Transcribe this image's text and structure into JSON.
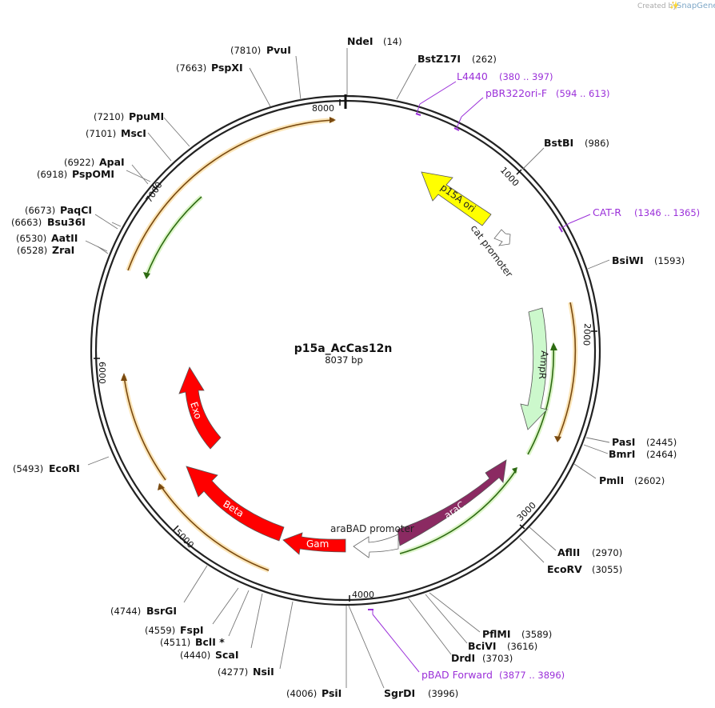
{
  "credit": {
    "prefix": "Created by",
    "brand": "SnapGene"
  },
  "plasmid": {
    "name": "p15a_AcCas12n",
    "size_label": "8037 bp",
    "length": 8037
  },
  "ticks": [
    "1000",
    "2000",
    "3000",
    "4000",
    "5000",
    "6000",
    "7000",
    "8000"
  ],
  "sites": [
    {
      "name": "NdeI",
      "pos": "(14)"
    },
    {
      "name": "BstZ17I",
      "pos": "(262)"
    },
    {
      "name": "BstBI",
      "pos": "(986)"
    },
    {
      "name": "BsiWI",
      "pos": "(1593)"
    },
    {
      "name": "PasI",
      "pos": "(2445)"
    },
    {
      "name": "BmrI",
      "pos": "(2464)"
    },
    {
      "name": "PmlI",
      "pos": "(2602)"
    },
    {
      "name": "AflII",
      "pos": "(2970)"
    },
    {
      "name": "EcoRV",
      "pos": "(3055)"
    },
    {
      "name": "PflMI",
      "pos": "(3589)"
    },
    {
      "name": "BciVI",
      "pos": "(3616)"
    },
    {
      "name": "DrdI",
      "pos": "(3703)"
    },
    {
      "name": "SgrDI",
      "pos": "(3996)"
    },
    {
      "name": "PsiI",
      "pos": "(4006)"
    },
    {
      "name": "NsiI",
      "pos": "(4277)"
    },
    {
      "name": "ScaI",
      "pos": "(4440)"
    },
    {
      "name": "BclI *",
      "pos": "(4511)"
    },
    {
      "name": "FspI",
      "pos": "(4559)"
    },
    {
      "name": "BsrGI",
      "pos": "(4744)"
    },
    {
      "name": "EcoRI",
      "pos": "(5493)"
    },
    {
      "name": "ZraI",
      "pos": "(6528)"
    },
    {
      "name": "AatII",
      "pos": "(6530)"
    },
    {
      "name": "Bsu36I",
      "pos": "(6663)"
    },
    {
      "name": "PaqCI",
      "pos": "(6673)"
    },
    {
      "name": "PspOMI",
      "pos": "(6918)"
    },
    {
      "name": "ApaI",
      "pos": "(6922)"
    },
    {
      "name": "MscI",
      "pos": "(7101)"
    },
    {
      "name": "PpuMI",
      "pos": "(7210)"
    },
    {
      "name": "PspXI",
      "pos": "(7663)"
    },
    {
      "name": "PvuI",
      "pos": "(7810)"
    }
  ],
  "primers": [
    {
      "name": "L4440",
      "range": "(380 .. 397)"
    },
    {
      "name": "pBR322ori-F",
      "range": "(594 .. 613)"
    },
    {
      "name": "CAT-R",
      "range": "(1346 .. 1365)"
    },
    {
      "name": "pBAD Forward",
      "range": "(3877 .. 3896)"
    }
  ],
  "features": [
    {
      "name": "p15A ori",
      "color": "#ffff00"
    },
    {
      "name": "cat promoter",
      "color": "#ffffff"
    },
    {
      "name": "AmpR",
      "color": "#ccf8cc"
    },
    {
      "name": "araC",
      "color": "#8b2a62"
    },
    {
      "name": "araBAD promoter",
      "color": "#ffffff"
    },
    {
      "name": "Gam",
      "color": "#ff0000"
    },
    {
      "name": "Beta",
      "color": "#ff0000"
    },
    {
      "name": "Exo",
      "color": "#ff0000"
    }
  ],
  "colors": {
    "primer": "#9b30d9",
    "orf_orange": "#f4a93b",
    "orf_green": "#5cb830",
    "backbone": "#222222"
  }
}
